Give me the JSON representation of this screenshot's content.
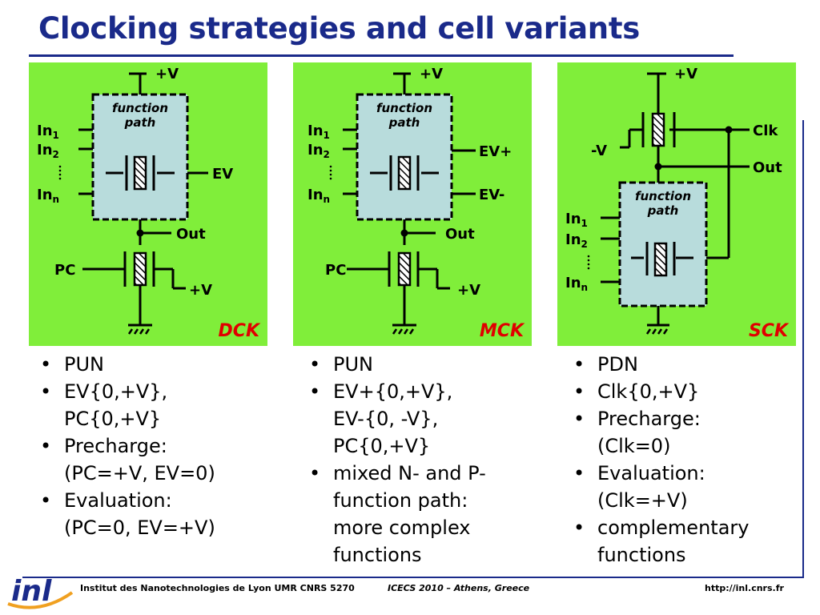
{
  "slide": {
    "title": "Clocking strategies and cell variants"
  },
  "panels": {
    "dck": {
      "variant": "DCK",
      "vdd_top": "+V",
      "fp_line1": "function",
      "fp_line2": "path",
      "in": "In",
      "in1_sub": "1",
      "in2_sub": "2",
      "inn_sub": "n",
      "ev": "EV",
      "out": "Out",
      "pc": "PC",
      "vdd_bottom": "+V"
    },
    "mck": {
      "variant": "MCK",
      "vdd_top": "+V",
      "fp_line1": "function",
      "fp_line2": "path",
      "in": "In",
      "in1_sub": "1",
      "in2_sub": "2",
      "inn_sub": "n",
      "ev_plus": "EV+",
      "ev_minus": "EV-",
      "out": "Out",
      "pc": "PC",
      "vdd_bottom": "+V"
    },
    "sck": {
      "variant": "SCK",
      "vdd_top": "+V",
      "neg_v": "-V",
      "clk": "Clk",
      "out": "Out",
      "fp_line1": "function",
      "fp_line2": "path",
      "in": "In",
      "in1_sub": "1",
      "in2_sub": "2",
      "inn_sub": "n"
    }
  },
  "bullets": {
    "dck": [
      [
        "PUN"
      ],
      [
        "EV{0,+V},",
        "PC{0,+V}"
      ],
      [
        "Precharge:",
        "(PC=+V, EV=0)"
      ],
      [
        "Evaluation:",
        "(PC=0, EV=+V)"
      ]
    ],
    "mck": [
      [
        "PUN"
      ],
      [
        "EV+{0,+V},",
        "EV-{0, -V},",
        "PC{0,+V}"
      ],
      [
        "mixed N- and P-",
        "function path:",
        "more complex",
        "functions"
      ]
    ],
    "sck": [
      [
        "PDN"
      ],
      [
        "Clk{0,+V}"
      ],
      [
        "Precharge:",
        "(Clk=0)"
      ],
      [
        "Evaluation:",
        "(Clk=+V)"
      ],
      [
        "complementary",
        "functions"
      ]
    ]
  },
  "footer": {
    "logo_text": "inl",
    "institute": "Institut des Nanotechnologies de Lyon UMR CNRS 5270",
    "conference": "ICECS 2010 – Athens, Greece",
    "url": "http://inl.cnrs.fr"
  },
  "colors": {
    "title": "#1a2a8a",
    "panel_bg": "#80ee3a",
    "function_path_bg": "#b8dcdc",
    "variant_label": "#e00000",
    "logo": "#1a2a8a",
    "logo_accent": "#f0a020"
  }
}
